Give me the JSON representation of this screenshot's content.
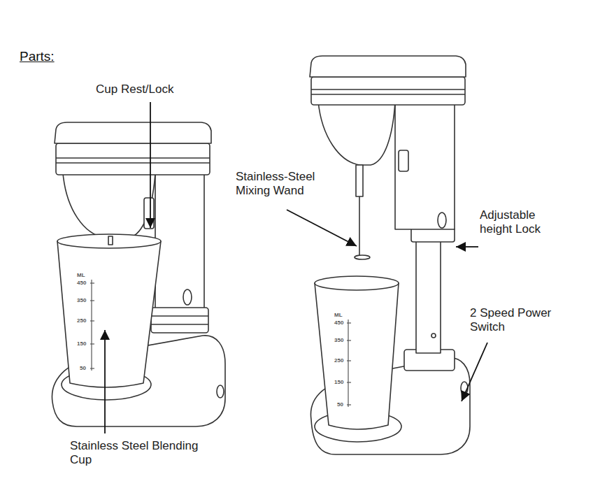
{
  "diagram": {
    "title": "Parts:",
    "labels": [
      "Cup Rest/Lock",
      "Stainless-Steel Mixing Wand",
      "Adjustable height Lock",
      "2 Speed Power Switch",
      "Stainless Steel Blending Cup",
      "ML",
      "450",
      "350",
      "250",
      "150",
      "50",
      "ML",
      "450",
      "350",
      "250",
      "150",
      "50"
    ]
  }
}
